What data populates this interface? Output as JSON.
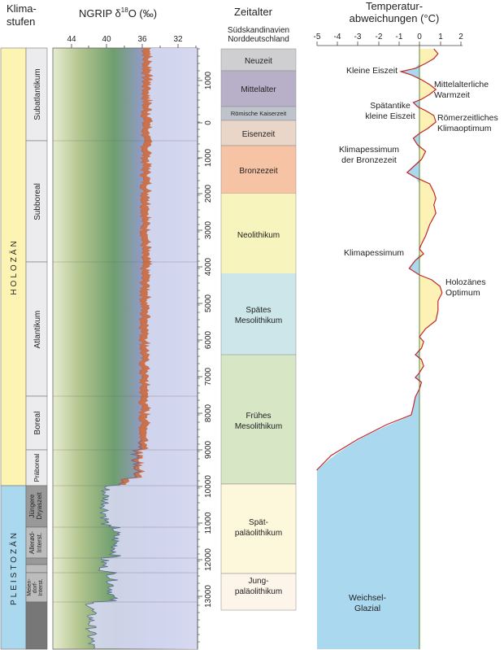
{
  "headers": {
    "klima_line1": "Klima-",
    "klima_line2": "stufen",
    "ngrip_prefix": "NGRIP δ",
    "ngrip_sup": "18",
    "ngrip_suffix": "O (‰)",
    "zeitalter": "Zeitalter",
    "zeitalter_sub1": "Südskandinavien",
    "zeitalter_sub2": "Norddeutschland",
    "temp_line1": "Temperatur-",
    "temp_line2": "abweichungen (°C)"
  },
  "epochs": [
    {
      "label": "HOLOZÄN",
      "color": "#fdf4b3"
    },
    {
      "label": "PLEISTOZÄN",
      "color": "#a9d8ef"
    }
  ],
  "stages": [
    {
      "label": "Subatlantikum"
    },
    {
      "label": "Subboreal"
    },
    {
      "label": "Atlantikum"
    },
    {
      "label": "Boreal"
    },
    {
      "label": "Präboreal"
    },
    {
      "label": "Jüngere Dryaszeit",
      "l1": "Jüngere",
      "l2": "Dryaszeit"
    },
    {
      "label": "Allerød-Interst.",
      "l1": "Allerød-",
      "l2": "Interst."
    },
    {
      "label": "Meiendorf-Interst.",
      "l1": "Meien-",
      "l2": "dorf-",
      "l3": "Interst."
    }
  ],
  "ngrip_ticks": [
    "44",
    "40",
    "36",
    "32"
  ],
  "axis_ticks": [
    "1000",
    "0",
    "1000",
    "2000",
    "3000",
    "4000",
    "5000",
    "6000",
    "7000",
    "8000",
    "9000",
    "10000",
    "11000",
    "12000",
    "13000"
  ],
  "ages": [
    {
      "label": "Neuzeit",
      "color": "#cfcfd2"
    },
    {
      "label": "Mittelalter",
      "color": "#b8b0c8"
    },
    {
      "label": "Römische Kaiserzeit",
      "color": "#bfc4cc"
    },
    {
      "label": "Eisenzeit",
      "color": "#e9d6c9"
    },
    {
      "label": "Bronzezeit",
      "color": "#f6c3a5"
    },
    {
      "label": "Neolithikum",
      "l1": "Neolithikum",
      "color": "#f8f4bd"
    },
    {
      "label": "Spätes Mesolithikum",
      "l1": "Spätes",
      "l2": "Mesolithikum",
      "color": "#c6e3f2"
    },
    {
      "label": "Frühes Mesolithikum",
      "l1": "Frühes",
      "l2": "Mesolithikum",
      "color": "#d7e6c5"
    },
    {
      "label": "Spät-paläolithikum",
      "l1": "Spät-",
      "l2": "paläolithikum",
      "color": "#fdf7db"
    },
    {
      "label": "Jung-paläolithikum",
      "l1": "Jung-",
      "l2": "paläolithikum",
      "color": "#fdf4ea"
    }
  ],
  "temp_ticks": [
    "-5",
    "-4",
    "-3",
    "-2",
    "-1",
    "0",
    "1",
    "2"
  ],
  "annotations": [
    {
      "label": "Kleine Eiszeit",
      "l1": "Kleine Eiszeit"
    },
    {
      "label": "Mittelalterliche Warmzeit",
      "l1": "Mittelalterliche",
      "l2": "Warmzeit"
    },
    {
      "label": "Spätantike kleine Eiszeit",
      "l1": "Spätantike",
      "l2": "kleine Eiszeit"
    },
    {
      "label": "Römerzeitliches Klimaoptimum",
      "l1": "Römerzeitliches",
      "l2": "Klimaoptimum"
    },
    {
      "label": "Klimapessimum der Bronzezeit",
      "l1": "Klimapessimum",
      "l2": "der Bronzezeit"
    },
    {
      "label": "Klimapessimum",
      "l1": "Klimapessimum"
    },
    {
      "label": "Holozänes Optimum",
      "l1": "Holozänes",
      "l2": "Optimum"
    },
    {
      "label": "Weichsel-Glazial",
      "l1": "Weichsel-",
      "l2": "Glazial"
    }
  ],
  "colors": {
    "holozaen": "#fdf4b3",
    "pleistozaen": "#a9d8ef",
    "warm_fill": "#fdf1b5",
    "cold_fill": "#a9d8ef",
    "curve": "#c0282b",
    "zero_line": "#5a8a3a",
    "ngrip_warm": "#c9673d",
    "ngrip_cold": "#6a7aa5"
  }
}
